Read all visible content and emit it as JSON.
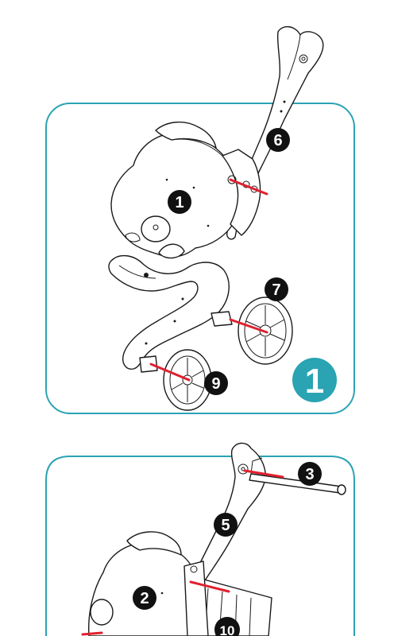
{
  "colors": {
    "frame": "#2aa3b3",
    "step_badge": "#2aa3b3",
    "marker": "#e0202e",
    "callout": "#111111",
    "ink": "#1a1a1a"
  },
  "step_badges": [
    {
      "label": "1"
    }
  ],
  "callouts": [
    {
      "label": "1"
    },
    {
      "label": "6"
    },
    {
      "label": "7"
    },
    {
      "label": "9"
    },
    {
      "label": "3"
    },
    {
      "label": "5"
    },
    {
      "label": "2"
    },
    {
      "label": "10"
    }
  ]
}
